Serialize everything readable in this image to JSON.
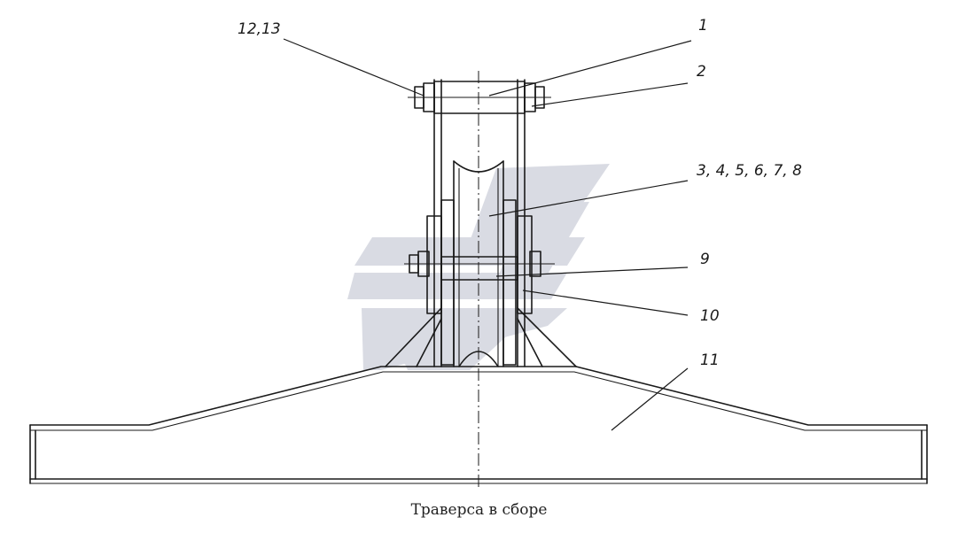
{
  "caption": "Траверса в сборе",
  "callouts": [
    {
      "id": "c1213",
      "text": "12,13"
    },
    {
      "id": "c1",
      "text": "1"
    },
    {
      "id": "c2",
      "text": "2"
    },
    {
      "id": "c345678",
      "text": "3, 4,  5, 6, 7, 8"
    },
    {
      "id": "c9",
      "text": "9"
    },
    {
      "id": "c10",
      "text": "10"
    },
    {
      "id": "c11",
      "text": "11"
    }
  ],
  "colors": {
    "line": "#1a1a1a",
    "watermark": "#d9dbe3"
  },
  "watermark_icon": "stylized-logo-watermark"
}
